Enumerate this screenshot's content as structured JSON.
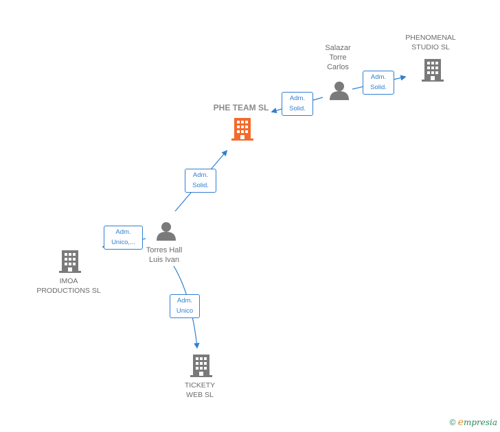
{
  "nodes": {
    "phe_team": {
      "lines": [
        "PHE TEAM  SL"
      ]
    },
    "phenomenal": {
      "lines": [
        "PHENOMENAL",
        "STUDIO  SL"
      ]
    },
    "salazar": {
      "lines": [
        "Salazar",
        "Torre",
        "Carlos"
      ]
    },
    "torres": {
      "lines": [
        "Torres Hall",
        "Luis Ivan"
      ]
    },
    "imoa": {
      "lines": [
        "IMOA",
        "PRODUCTIONS SL"
      ]
    },
    "tickety": {
      "lines": [
        "TICKETY",
        "WEB  SL"
      ]
    }
  },
  "edges": {
    "salazar_phe": {
      "lines": [
        "Adm.",
        "Solid."
      ]
    },
    "salazar_phenomenal": {
      "lines": [
        "Adm.",
        "Solid."
      ]
    },
    "torres_phe": {
      "lines": [
        "Adm.",
        "Solid."
      ]
    },
    "torres_imoa": {
      "lines": [
        "Adm.",
        "Unico,..."
      ]
    },
    "torres_tickety": {
      "lines": [
        "Adm.",
        "Unico"
      ]
    }
  },
  "footer": {
    "copyright": "©",
    "brand_e": "e",
    "brand_rest": "mpresia"
  },
  "colors": {
    "accent": "#f26b2c",
    "company": "#7a7a7a",
    "person": "#7a7a7a",
    "edge": "#2f7fd0"
  }
}
